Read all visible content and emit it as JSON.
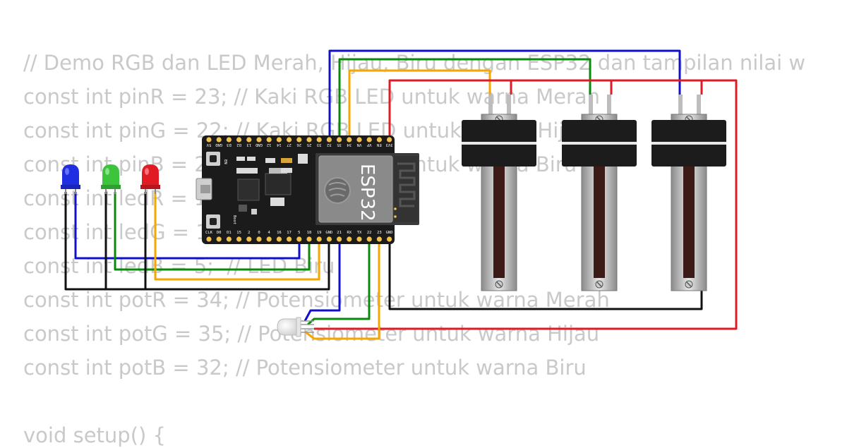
{
  "code": {
    "lines": [
      "// Demo RGB dan LED Merah, Hijau, Biru dengan ESP32 dan tampilan nilai w",
      "const int pinR = 23; // Kaki RGB LED untuk warna Merah",
      "const int pinG = 22; // Kaki RGB LED untuk warna Hijau",
      "const int pinB = 21; // Kaki RGB LED untuk warna Biru",
      "const int ledR = 19; // LED Merah",
      "const int ledG = 18; // LED Hijau",
      "const int ledB = 5;  // LED Biru",
      "const int potR = 34; // Potensiometer untuk warna Merah",
      "const int potG = 35; // Potensiometer untuk warna Hijau",
      "const int potB = 32; // Potensiometer untuk warna Biru",
      "",
      "void setup() {"
    ]
  },
  "board": {
    "chip_label": "ESP32",
    "top_pins": [
      "5V",
      "GND",
      "D3",
      "D2",
      "13",
      "GND",
      "12",
      "14",
      "27",
      "26",
      "25",
      "33",
      "32",
      "35",
      "34",
      "VN",
      "VP",
      "EN",
      "3V3"
    ],
    "bottom_pins": [
      "CLK",
      "D0",
      "D1",
      "15",
      "2",
      "0",
      "4",
      "16",
      "17",
      "5",
      "18",
      "19",
      "GND",
      "21",
      "RX",
      "TX",
      "22",
      "23",
      "GND"
    ],
    "en_label": "EN",
    "boot_label": "Boot"
  },
  "colors": {
    "red_wire": "#e01b24",
    "green_wire": "#0a8a0a",
    "blue_wire": "#1010cc",
    "orange_wire": "#f5a700",
    "black_wire": "#111111",
    "board": "#1b1b1b",
    "pin_gold": "#f2c14e"
  },
  "components": {
    "leds": [
      {
        "name": "led-blue",
        "color": "#1f2ee0"
      },
      {
        "name": "led-green",
        "color": "#3cc43c"
      },
      {
        "name": "led-red",
        "color": "#e01b24"
      }
    ],
    "rgb_led": {
      "color": "#f2f2f2"
    },
    "potentiometers": [
      {
        "name": "pot-red"
      },
      {
        "name": "pot-green"
      },
      {
        "name": "pot-blue"
      }
    ]
  }
}
